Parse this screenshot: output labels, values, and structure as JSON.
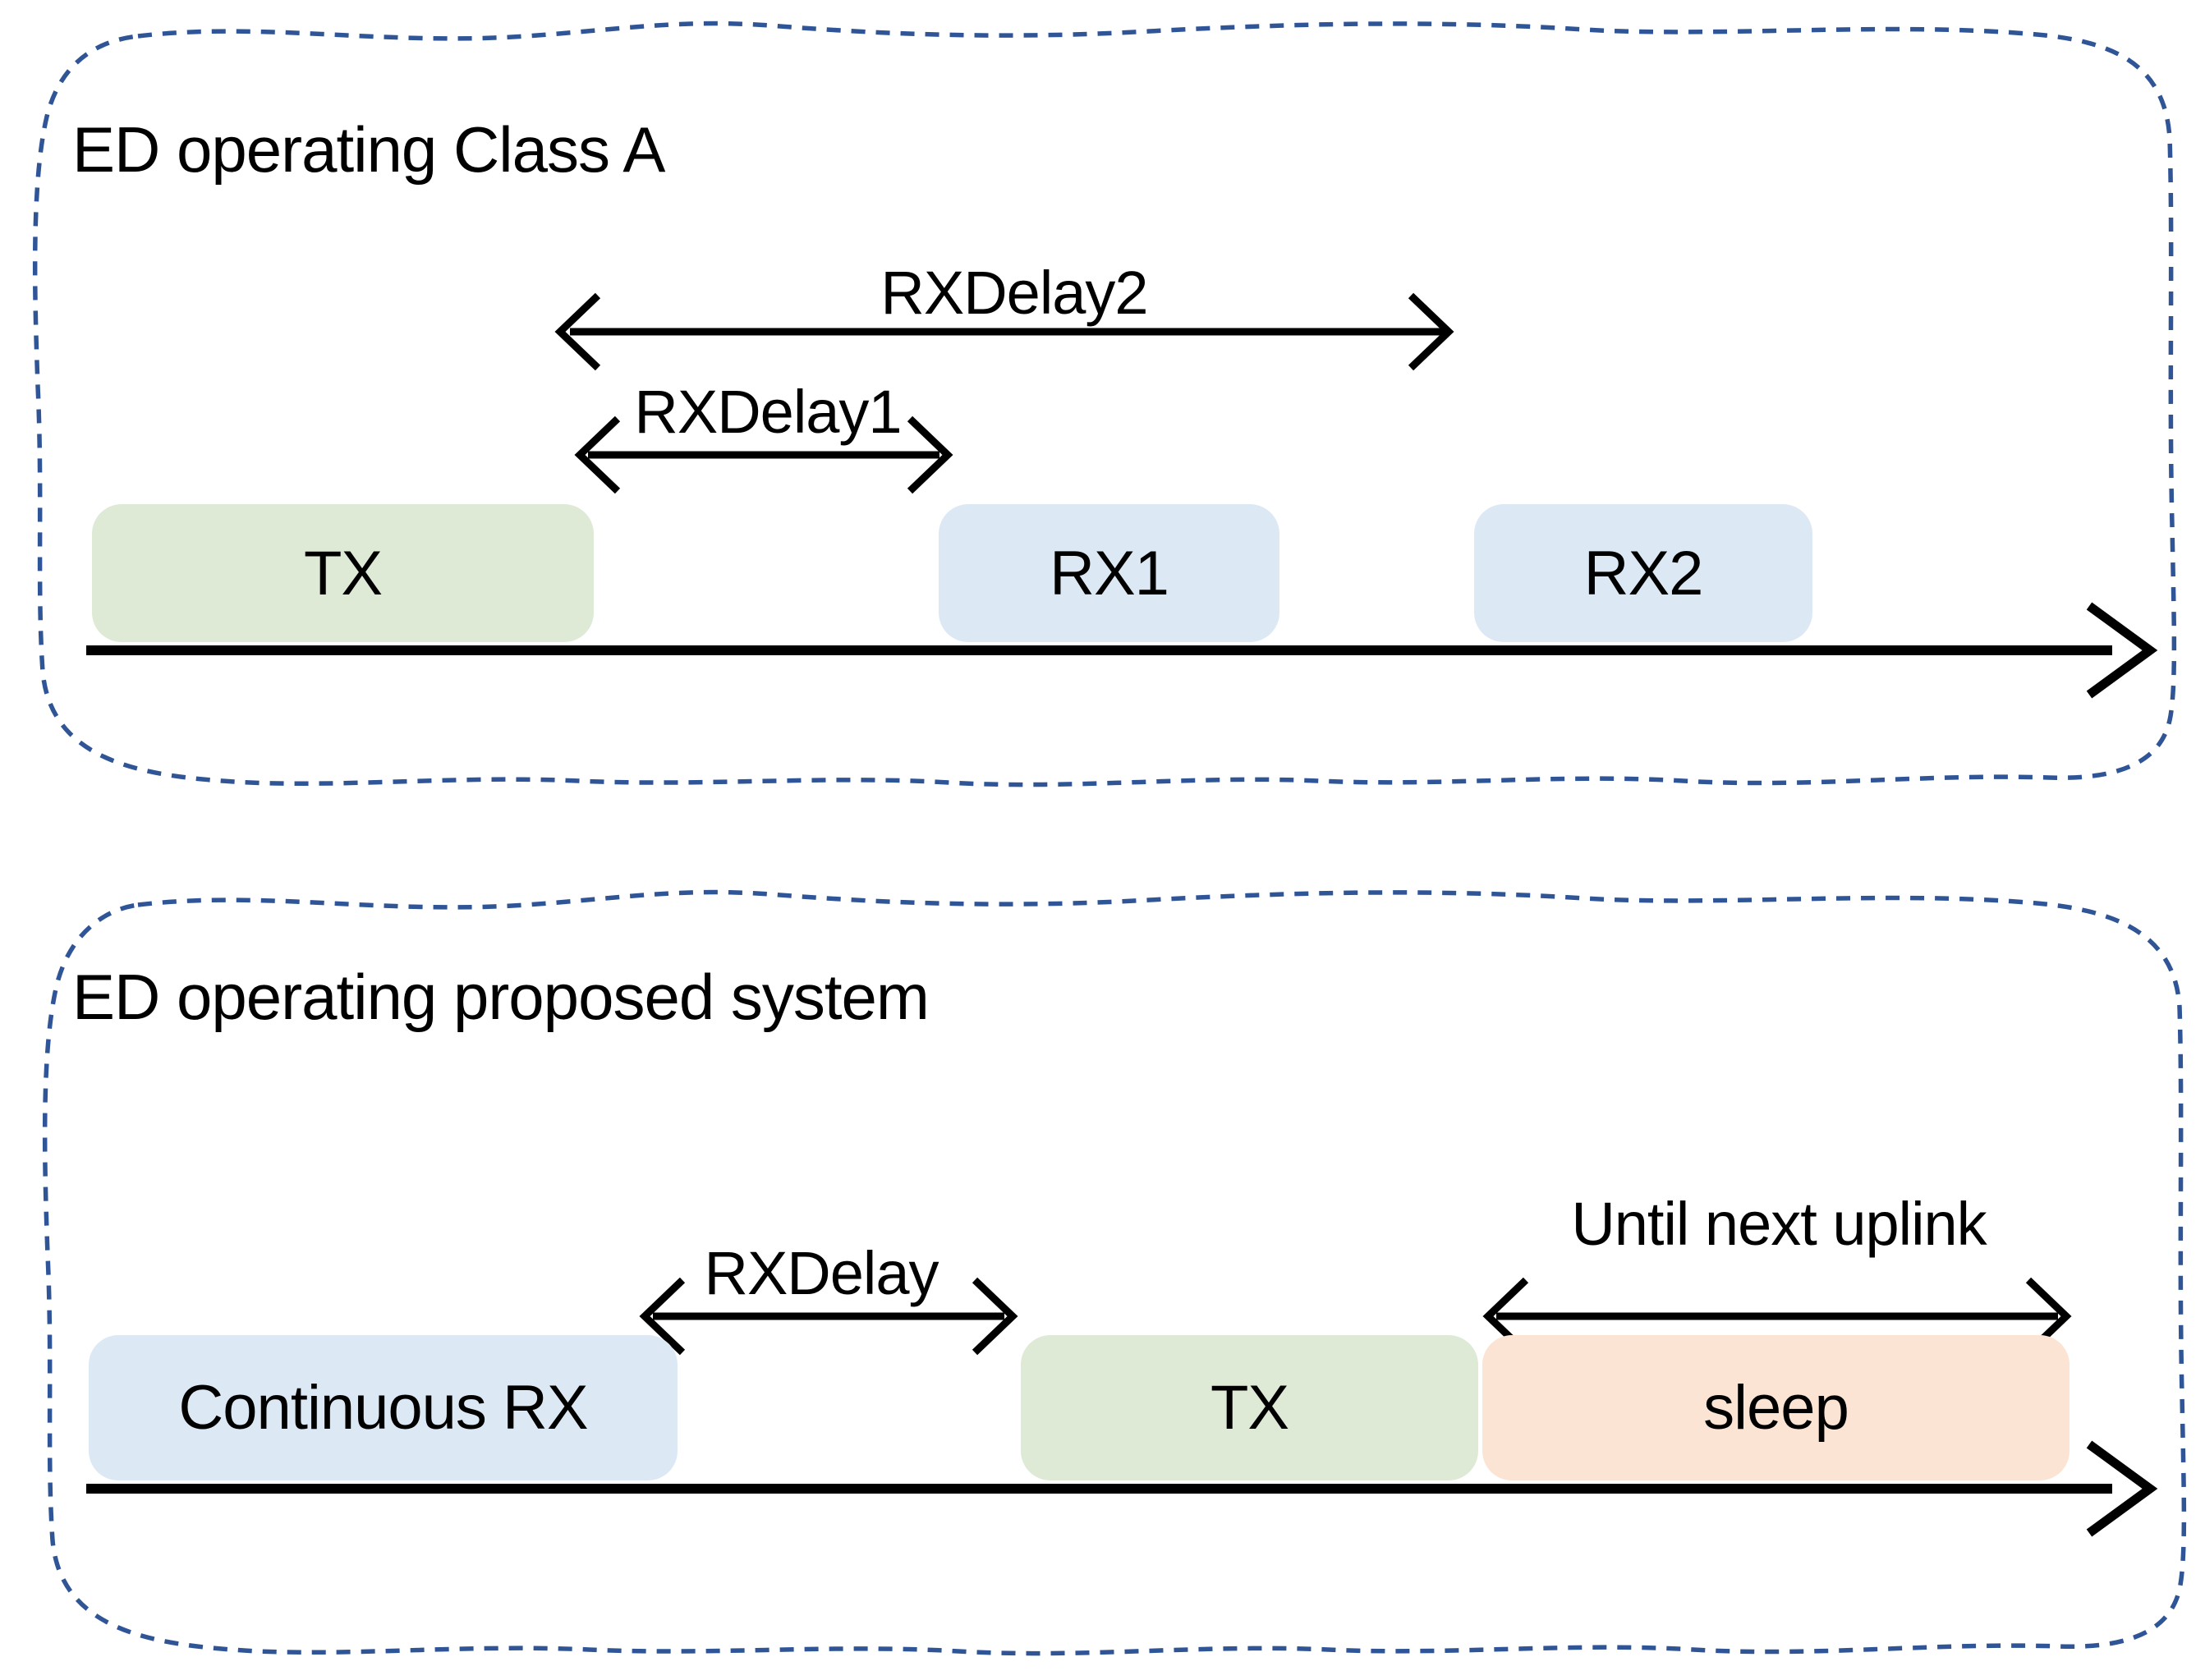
{
  "diagram": {
    "panels": [
      {
        "title": "ED operating Class A",
        "boxes": [
          {
            "label": "TX"
          },
          {
            "label": "RX1"
          },
          {
            "label": "RX2"
          }
        ],
        "arrows": [
          {
            "label": "RXDelay2"
          },
          {
            "label": "RXDelay1"
          }
        ]
      },
      {
        "title": "ED operating proposed system",
        "boxes": [
          {
            "label": "Continuous RX"
          },
          {
            "label": "TX"
          },
          {
            "label": "sleep"
          }
        ],
        "arrows": [
          {
            "label": "RXDelay"
          },
          {
            "label": "Until next uplink"
          }
        ]
      }
    ],
    "colors": {
      "tx_fill": "#deead5",
      "rx_fill": "#dce9f5",
      "sleep_fill": "#fbe4d4",
      "border_dash": "#2f5597",
      "line": "#000000"
    }
  }
}
